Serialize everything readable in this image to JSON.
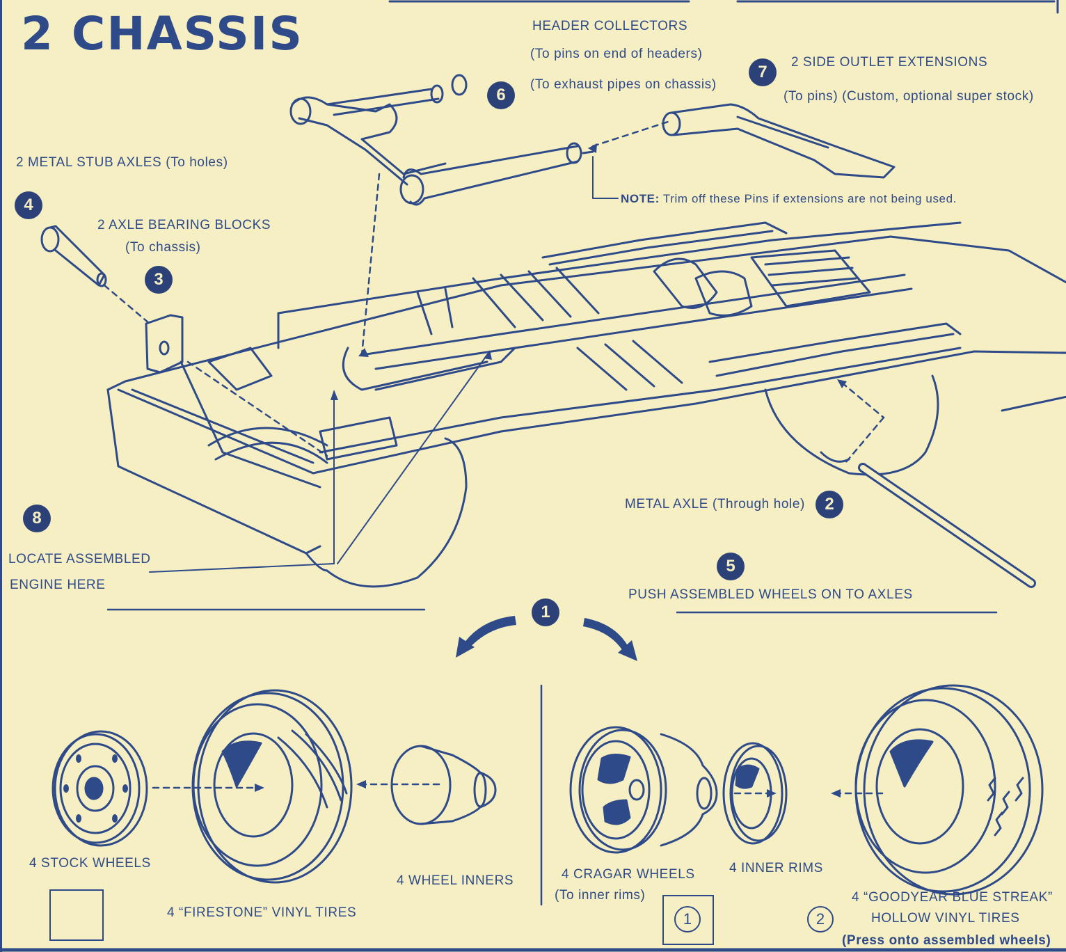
{
  "title": "2 CHASSIS",
  "colors": {
    "ink": "#2e4a88",
    "paper": "#f6efc4",
    "badge": "#2b4177"
  },
  "steps": {
    "s1": "1",
    "s2": "2",
    "s3": "3",
    "s4": "4",
    "s5": "5",
    "s6": "6",
    "s7": "7",
    "s8": "8"
  },
  "labels": {
    "header_collectors": "HEADER COLLECTORS",
    "header_pins": "(To pins on end of headers)",
    "header_exhaust": "(To exhaust pipes on chassis)",
    "side_outlet": "2 SIDE OUTLET EXTENSIONS",
    "side_outlet_sub": "(To pins) (Custom, optional super stock)",
    "stub_axles": "2 METAL STUB AXLES (To holes)",
    "bearing_blocks": "2 AXLE BEARING BLOCKS",
    "bearing_blocks_sub": "(To chassis)",
    "note_label": "NOTE:",
    "note_text": "Trim off these Pins if extensions are not being used.",
    "metal_axle": "METAL AXLE (Through hole)",
    "locate_1": "LOCATE ASSEMBLED",
    "locate_2": "ENGINE HERE",
    "push_wheels": "PUSH ASSEMBLED WHEELS ON TO AXLES"
  },
  "wheels": {
    "stock_wheels": "4 STOCK WHEELS",
    "firestone": "4 “FIRESTONE” VINYL TIRES",
    "wheel_inners": "4 WHEEL INNERS",
    "cragar": "4 CRAGAR WHEELS",
    "cragar_sub": "(To inner rims)",
    "inner_rims": "4 INNER RIMS",
    "goodyear_1": "4 “GOODYEAR BLUE STREAK”",
    "goodyear_2": "HOLLOW VINYL TIRES",
    "goodyear_3": "(Press onto assembled wheels)",
    "option1": "1",
    "option2": "2"
  }
}
